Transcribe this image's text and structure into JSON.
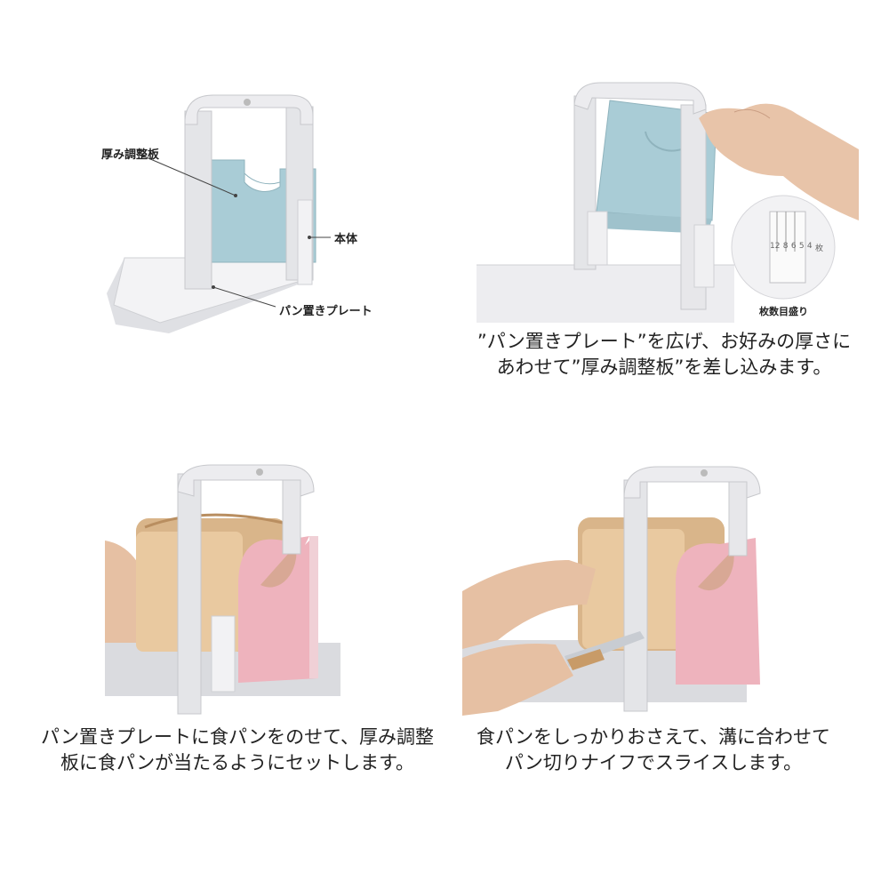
{
  "panel1": {
    "labels": {
      "thickness_board": "厚み調整板",
      "body": "本体",
      "bread_plate": "パン置きプレート"
    }
  },
  "panel2": {
    "scale_caption": "枚数目盛り",
    "scale_numbers": [
      "12",
      "8",
      "6",
      "5",
      "4",
      "枚"
    ],
    "caption_lines": [
      "”パン置きプレート”を広げ、お好みの厚さに",
      "あわせて”厚み調整板”を差し込みます。"
    ]
  },
  "panel3": {
    "caption_lines": [
      "パン置きプレートに食パンをのせて、厚み調整",
      "板に食パンが当たるようにセットします。"
    ]
  },
  "panel4": {
    "caption_lines": [
      "食パンをしっかりおさえて、溝に合わせて",
      "パン切りナイフでスライスします。"
    ]
  },
  "colors": {
    "frame_white": "#e9e9ec",
    "blue_board": "#a9ccd6",
    "pink_board": "#eeb3bd",
    "bread_crust": "#d9b58a"
  }
}
